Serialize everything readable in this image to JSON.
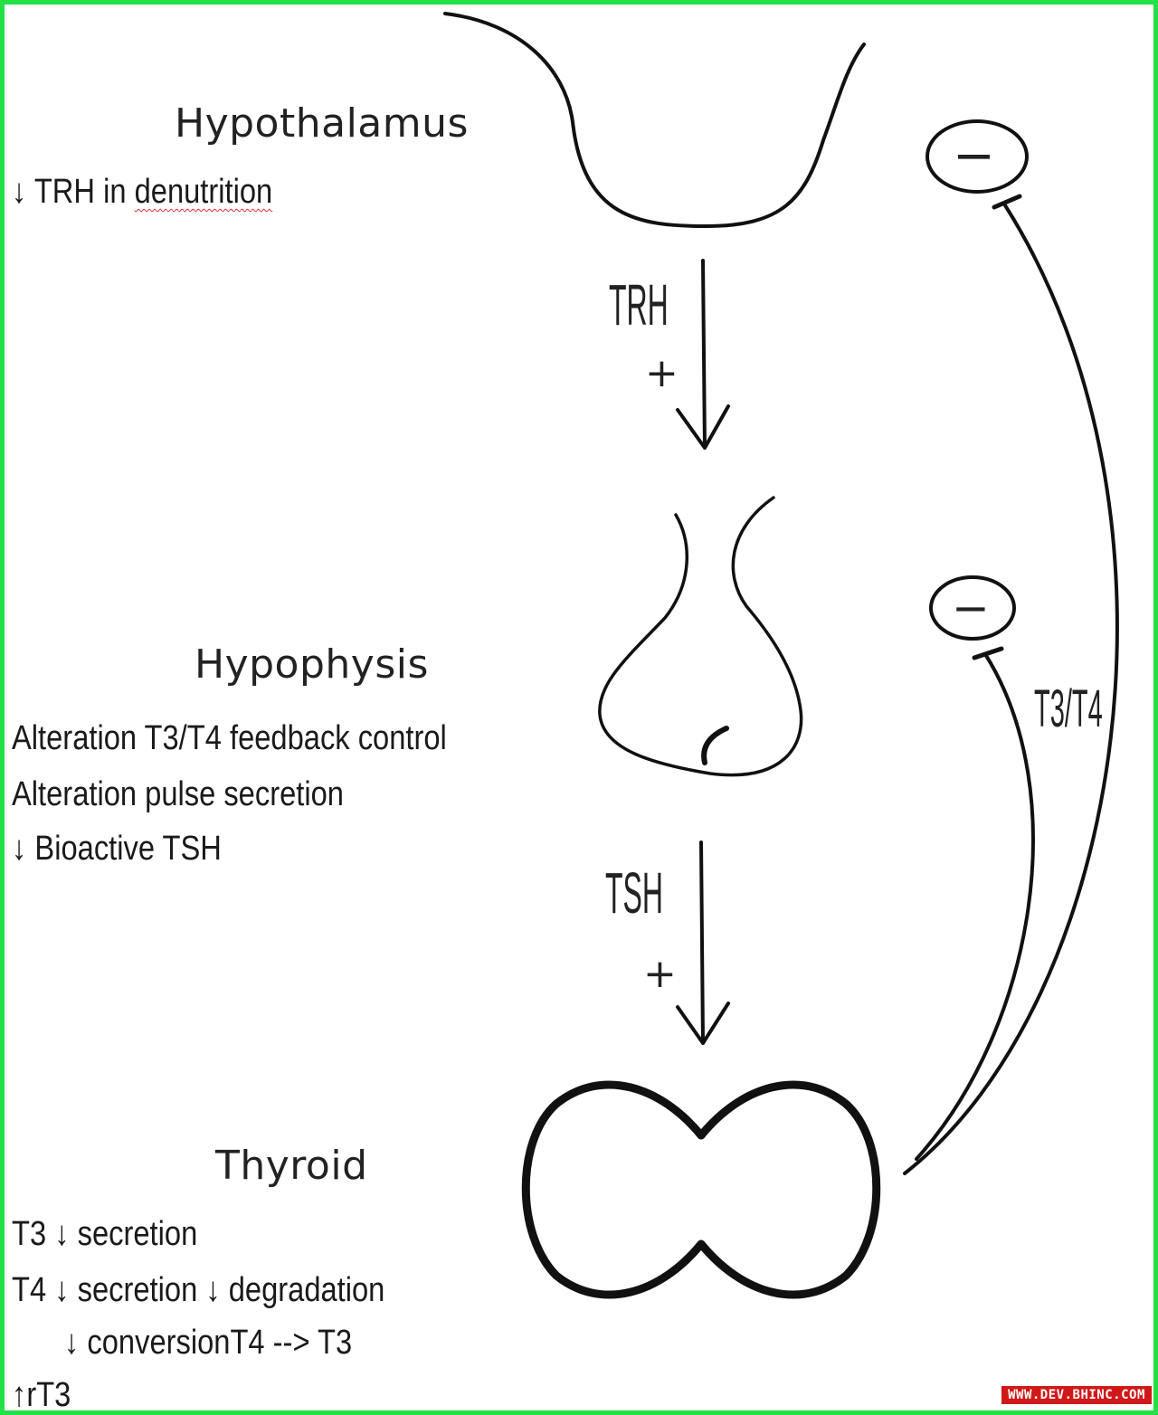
{
  "organs": {
    "hypothalamus": "Hypothalamus",
    "hypophysis": "Hypophysis",
    "thyroid": "Thyroid"
  },
  "hypothalamus_notes": {
    "arrow": "↓",
    "text": "TRH in ",
    "underlined": "denutrition"
  },
  "hypophysis_notes": [
    "Alteration T3/T4 feedback control",
    "Alteration pulse secretion",
    "↓ Bioactive TSH"
  ],
  "thyroid_notes": [
    "T3 ↓ secretion",
    "T4 ↓ secretion ↓ degradation",
    "↓ conversionT4 --> T3",
    "↑rT3"
  ],
  "signals": {
    "trh": "TRH",
    "trh_sign": "+",
    "tsh": "TSH",
    "tsh_sign": "+",
    "feedback_hormones": "T3/T4",
    "inhibit_sign": "−"
  },
  "watermark": "WWW.DEV.BHINC.COM",
  "colors": {
    "frame": "#22e045",
    "ink": "#111111",
    "watermark_bg": "#d11818",
    "spellcheck": "#e0262f"
  }
}
